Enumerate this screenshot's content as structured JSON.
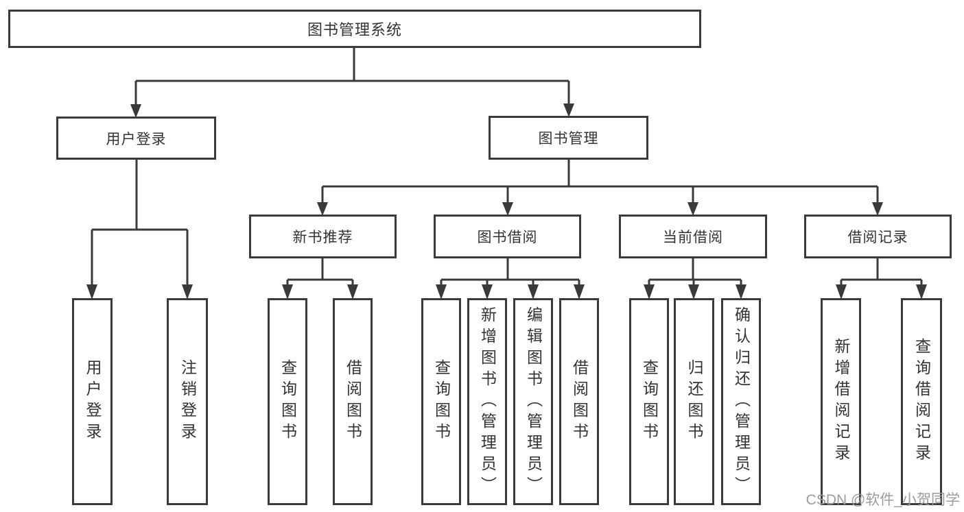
{
  "colors": {
    "line": "#3a3a3a",
    "box_border": "#3a3a3a",
    "box_fill": "#ffffff",
    "text": "#333333",
    "watermark": "#9c9c9c",
    "background": "#ffffff"
  },
  "tree": {
    "root": {
      "label": "图书管理系统"
    },
    "user_login": {
      "label": "用户登录",
      "children": [
        "用户登录",
        "注销登录"
      ]
    },
    "book_management": {
      "label": "图书管理",
      "sections": [
        {
          "label": "新书推荐",
          "children": [
            "查询图书",
            "借阅图书"
          ]
        },
        {
          "label": "图书借阅",
          "children": [
            "查询图书",
            "新增图书（管理员）",
            "编辑图书（管理员）",
            "借阅图书"
          ]
        },
        {
          "label": "当前借阅",
          "children": [
            "查询图书",
            "归还图书",
            "确认归还（管理员）"
          ]
        },
        {
          "label": "借阅记录",
          "children": [
            "新增借阅记录",
            "查询借阅记录"
          ]
        }
      ]
    }
  },
  "watermark": {
    "text": "CSDN @软件_小贺同学"
  }
}
